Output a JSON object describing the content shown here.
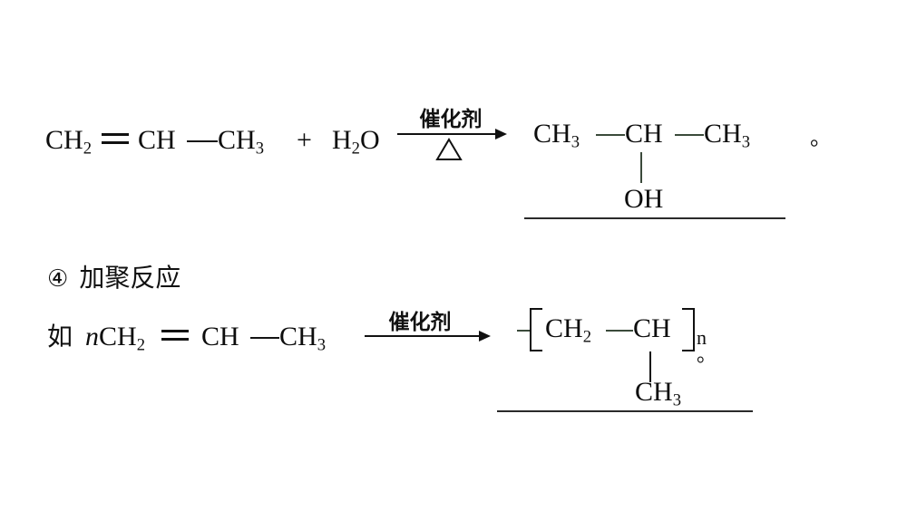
{
  "document": {
    "background_color": "#ffffff",
    "text_color": "#0d0d0d",
    "bond_color": "#3b4a3b",
    "rule_color": "#2a2a2a"
  },
  "reaction_1": {
    "reactant_alkene": {
      "part_a": "CH",
      "part_a_sub": "2",
      "part_b": "CH",
      "part_c": "CH",
      "part_c_sub": "3"
    },
    "plus_sign": "+",
    "reactant_water": {
      "h": "H",
      "h_sub": "2",
      "o": "O"
    },
    "arrow": {
      "above_label": "催化剂",
      "below_label": "△",
      "below_kind": "heat-triangle"
    },
    "product": {
      "left_group": "CH",
      "left_group_sub": "3",
      "center_group": "CH",
      "right_group": "CH",
      "right_group_sub": "3",
      "branch_group": "OH"
    },
    "trailing_punctuation": "。"
  },
  "section_4": {
    "marker": "④",
    "heading": "加聚反应"
  },
  "reaction_2": {
    "lead_in": "如",
    "reactant_monomer": {
      "coefficient": "n",
      "part_a": "CH",
      "part_a_sub": "2",
      "part_b": "CH",
      "part_c": "CH",
      "part_c_sub": "3"
    },
    "arrow": {
      "above_label": "催化剂",
      "below_label": ""
    },
    "product_polymer": {
      "unit_a": "CH",
      "unit_a_sub": "2",
      "unit_b": "CH",
      "branch_group": "CH",
      "branch_group_sub": "3",
      "degree_subscript": "n"
    },
    "trailing_punctuation": "。"
  }
}
